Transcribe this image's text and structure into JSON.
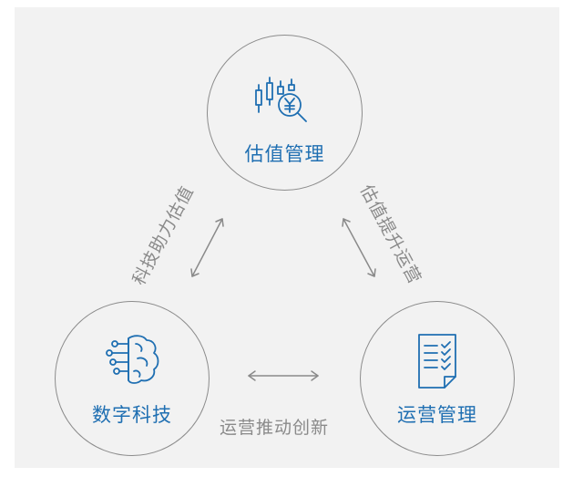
{
  "nodes": {
    "valuation": {
      "label": "估值管理",
      "icon": "candlestick-yen-magnifier-icon"
    },
    "digital_tech": {
      "label": "数字科技",
      "icon": "brain-circuit-icon"
    },
    "operations": {
      "label": "运营管理",
      "icon": "checklist-document-icon"
    }
  },
  "edges": {
    "left": {
      "label": "科技助力估值"
    },
    "right": {
      "label": "估值提升运营"
    },
    "bottom": {
      "label": "运营推动创新"
    }
  },
  "colors": {
    "accent": "#1f6fb2",
    "outline": "#8c8c8c",
    "background": "#f2f2f2",
    "edge_text": "#8a8a8a"
  }
}
